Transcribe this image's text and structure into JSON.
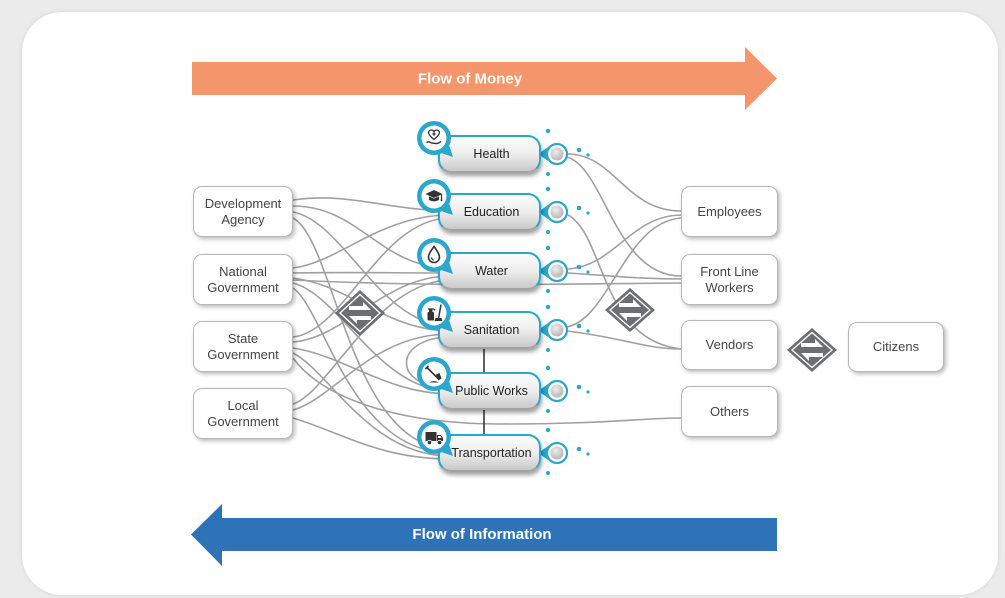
{
  "flows": {
    "money": {
      "label": "Flow of Money",
      "color": "#f4956b"
    },
    "information": {
      "label": "Flow of Information",
      "color": "#2e73b8"
    }
  },
  "funders": [
    {
      "label": "Development Agency"
    },
    {
      "label": "National Government"
    },
    {
      "label": "State Government"
    },
    {
      "label": "Local Government"
    }
  ],
  "sectors": [
    {
      "label": "Health",
      "icon": "heart-hand-icon"
    },
    {
      "label": "Education",
      "icon": "graduation-cap-icon"
    },
    {
      "label": "Water",
      "icon": "water-drop-icon"
    },
    {
      "label": "Sanitation",
      "icon": "cleaning-supplies-icon"
    },
    {
      "label": "Public Works",
      "icon": "shovel-icon"
    },
    {
      "label": "Transportation",
      "icon": "truck-icon"
    }
  ],
  "recipients": [
    {
      "label": "Employees"
    },
    {
      "label": "Front Line Workers"
    },
    {
      "label": "Vendors"
    },
    {
      "label": "Others"
    }
  ],
  "citizens": {
    "label": "Citizens"
  },
  "exchange_icon": "exchange-arrows-icon",
  "colors": {
    "accent": "#2aa7cc",
    "link": "#a0a0a0",
    "diamond": "#6d6e71"
  }
}
